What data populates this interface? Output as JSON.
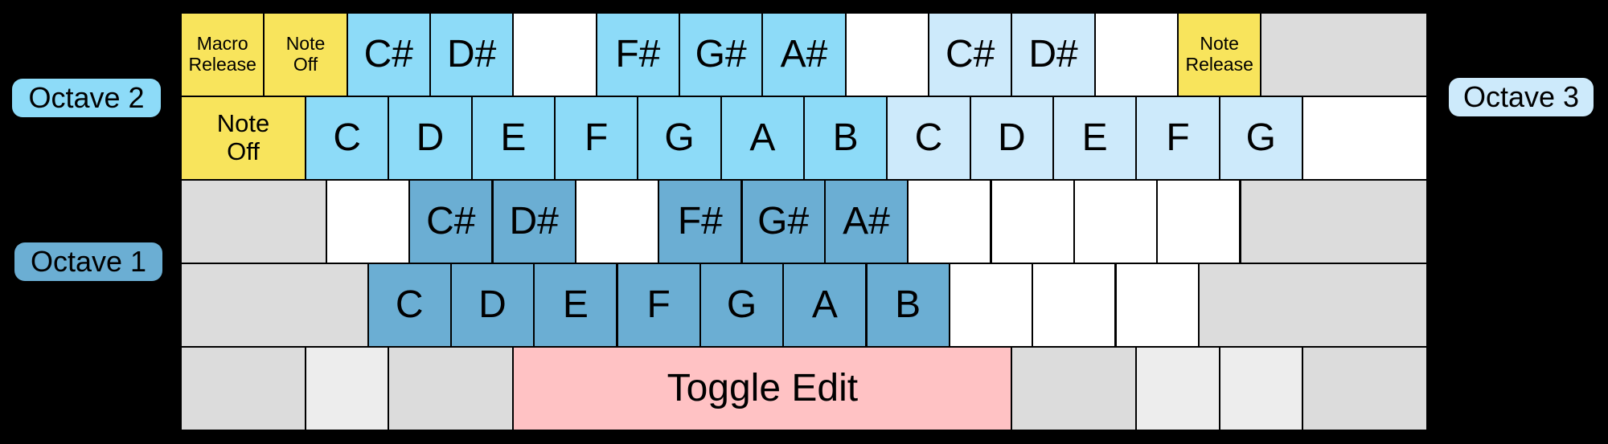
{
  "palette": {
    "background": "#000000",
    "octave1": "#6BAED3",
    "octave2": "#8DDBF8",
    "octave3": "#CDEAFB",
    "function_yellow": "#F8E45C",
    "toggle_pink": "#FFC2C4",
    "system_gray": "#DCDCDC",
    "system_gray_light": "#EDEDED",
    "blank_white": "#FFFFFF",
    "key_outline": "#000000",
    "label_text": "#000000"
  },
  "octave_labels": [
    {
      "id": "octave2",
      "text": "Octave 2",
      "side": "left",
      "color": "octave2"
    },
    {
      "id": "octave1",
      "text": "Octave 1",
      "side": "left",
      "color": "octave1"
    },
    {
      "id": "octave3",
      "text": "Octave 3",
      "side": "right",
      "color": "octave3"
    }
  ],
  "keyboard": {
    "rows": [
      {
        "keys": [
          {
            "name": "macro-release-key",
            "w": 1,
            "color": "function_yellow",
            "lines": [
              "Macro",
              "Release"
            ],
            "size": "xs"
          },
          {
            "name": "note-off-key",
            "w": 1,
            "color": "function_yellow",
            "lines": [
              "Note",
              "Off"
            ],
            "size": "xs"
          },
          {
            "name": "key-c-sharp-octave2",
            "w": 1,
            "color": "octave2",
            "label": "C#"
          },
          {
            "name": "key-d-sharp-octave2",
            "w": 1,
            "color": "octave2",
            "label": "D#"
          },
          {
            "name": "blank-key",
            "w": 1,
            "color": "blank_white"
          },
          {
            "name": "key-f-sharp-octave2",
            "w": 1,
            "color": "octave2",
            "label": "F#"
          },
          {
            "name": "key-g-sharp-octave2",
            "w": 1,
            "color": "octave2",
            "label": "G#"
          },
          {
            "name": "key-a-sharp-octave2",
            "w": 1,
            "color": "octave2",
            "label": "A#"
          },
          {
            "name": "blank-key",
            "w": 1,
            "color": "blank_white"
          },
          {
            "name": "key-c-sharp-octave3",
            "w": 1,
            "color": "octave3",
            "label": "C#"
          },
          {
            "name": "key-d-sharp-octave3",
            "w": 1,
            "color": "octave3",
            "label": "D#"
          },
          {
            "name": "blank-key",
            "w": 1,
            "color": "blank_white"
          },
          {
            "name": "note-release-key",
            "w": 1,
            "color": "function_yellow",
            "lines": [
              "Note",
              "Release"
            ],
            "size": "xs"
          },
          {
            "name": "system-key",
            "w": 2,
            "color": "system_gray"
          }
        ]
      },
      {
        "keys": [
          {
            "name": "note-off-key",
            "w": 1.5,
            "color": "function_yellow",
            "lines": [
              "Note",
              "Off"
            ],
            "size": "sm"
          },
          {
            "name": "key-c-octave2",
            "w": 1,
            "color": "octave2",
            "label": "C"
          },
          {
            "name": "key-d-octave2",
            "w": 1,
            "color": "octave2",
            "label": "D"
          },
          {
            "name": "key-e-octave2",
            "w": 1,
            "color": "octave2",
            "label": "E"
          },
          {
            "name": "key-f-octave2",
            "w": 1,
            "color": "octave2",
            "label": "F"
          },
          {
            "name": "key-g-octave2",
            "w": 1,
            "color": "octave2",
            "label": "G"
          },
          {
            "name": "key-a-octave2",
            "w": 1,
            "color": "octave2",
            "label": "A"
          },
          {
            "name": "key-b-octave2",
            "w": 1,
            "color": "octave2",
            "label": "B"
          },
          {
            "name": "key-c-octave3",
            "w": 1,
            "color": "octave3",
            "label": "C"
          },
          {
            "name": "key-d-octave3",
            "w": 1,
            "color": "octave3",
            "label": "D"
          },
          {
            "name": "key-e-octave3",
            "w": 1,
            "color": "octave3",
            "label": "E"
          },
          {
            "name": "key-f-octave3",
            "w": 1,
            "color": "octave3",
            "label": "F"
          },
          {
            "name": "key-g-octave3",
            "w": 1,
            "color": "octave3",
            "label": "G"
          },
          {
            "name": "blank-key",
            "w": 1.5,
            "color": "blank_white"
          }
        ]
      },
      {
        "keys": [
          {
            "name": "system-key",
            "w": 1.75,
            "color": "system_gray"
          },
          {
            "name": "blank-key",
            "w": 1,
            "color": "blank_white"
          },
          {
            "name": "key-c-sharp-octave1",
            "w": 1,
            "color": "octave1",
            "label": "C#"
          },
          {
            "name": "key-d-sharp-octave1",
            "w": 1,
            "color": "octave1",
            "label": "D#"
          },
          {
            "name": "blank-key",
            "w": 1,
            "color": "blank_white"
          },
          {
            "name": "key-f-sharp-octave1",
            "w": 1,
            "color": "octave1",
            "label": "F#"
          },
          {
            "name": "key-g-sharp-octave1",
            "w": 1,
            "color": "octave1",
            "label": "G#"
          },
          {
            "name": "key-a-sharp-octave1",
            "w": 1,
            "color": "octave1",
            "label": "A#"
          },
          {
            "name": "blank-key",
            "w": 1,
            "color": "blank_white"
          },
          {
            "name": "blank-key",
            "w": 1,
            "color": "blank_white"
          },
          {
            "name": "blank-key",
            "w": 1,
            "color": "blank_white"
          },
          {
            "name": "blank-key",
            "w": 1,
            "color": "blank_white"
          },
          {
            "name": "system-key",
            "w": 2.25,
            "color": "system_gray"
          }
        ]
      },
      {
        "keys": [
          {
            "name": "system-key",
            "w": 2.25,
            "color": "system_gray"
          },
          {
            "name": "key-c-octave1",
            "w": 1,
            "color": "octave1",
            "label": "C"
          },
          {
            "name": "key-d-octave1",
            "w": 1,
            "color": "octave1",
            "label": "D"
          },
          {
            "name": "key-e-octave1",
            "w": 1,
            "color": "octave1",
            "label": "E"
          },
          {
            "name": "key-f-octave1",
            "w": 1,
            "color": "octave1",
            "label": "F"
          },
          {
            "name": "key-g-octave1",
            "w": 1,
            "color": "octave1",
            "label": "G"
          },
          {
            "name": "key-a-octave1",
            "w": 1,
            "color": "octave1",
            "label": "A"
          },
          {
            "name": "key-b-octave1",
            "w": 1,
            "color": "octave1",
            "label": "B"
          },
          {
            "name": "blank-key",
            "w": 1,
            "color": "blank_white"
          },
          {
            "name": "blank-key",
            "w": 1,
            "color": "blank_white"
          },
          {
            "name": "blank-key",
            "w": 1,
            "color": "blank_white"
          },
          {
            "name": "system-key",
            "w": 2.75,
            "color": "system_gray"
          }
        ]
      },
      {
        "keys": [
          {
            "name": "system-key",
            "w": 1.5,
            "color": "system_gray"
          },
          {
            "name": "system-key",
            "w": 1,
            "color": "system_gray_light"
          },
          {
            "name": "system-key",
            "w": 1.5,
            "color": "system_gray"
          },
          {
            "name": "toggle-edit-key",
            "w": 6,
            "color": "toggle_pink",
            "label": "Toggle Edit"
          },
          {
            "name": "system-key",
            "w": 1.5,
            "color": "system_gray"
          },
          {
            "name": "system-key",
            "w": 1,
            "color": "system_gray_light"
          },
          {
            "name": "system-key",
            "w": 1,
            "color": "system_gray_light"
          },
          {
            "name": "system-key",
            "w": 1.5,
            "color": "system_gray"
          }
        ]
      }
    ]
  }
}
